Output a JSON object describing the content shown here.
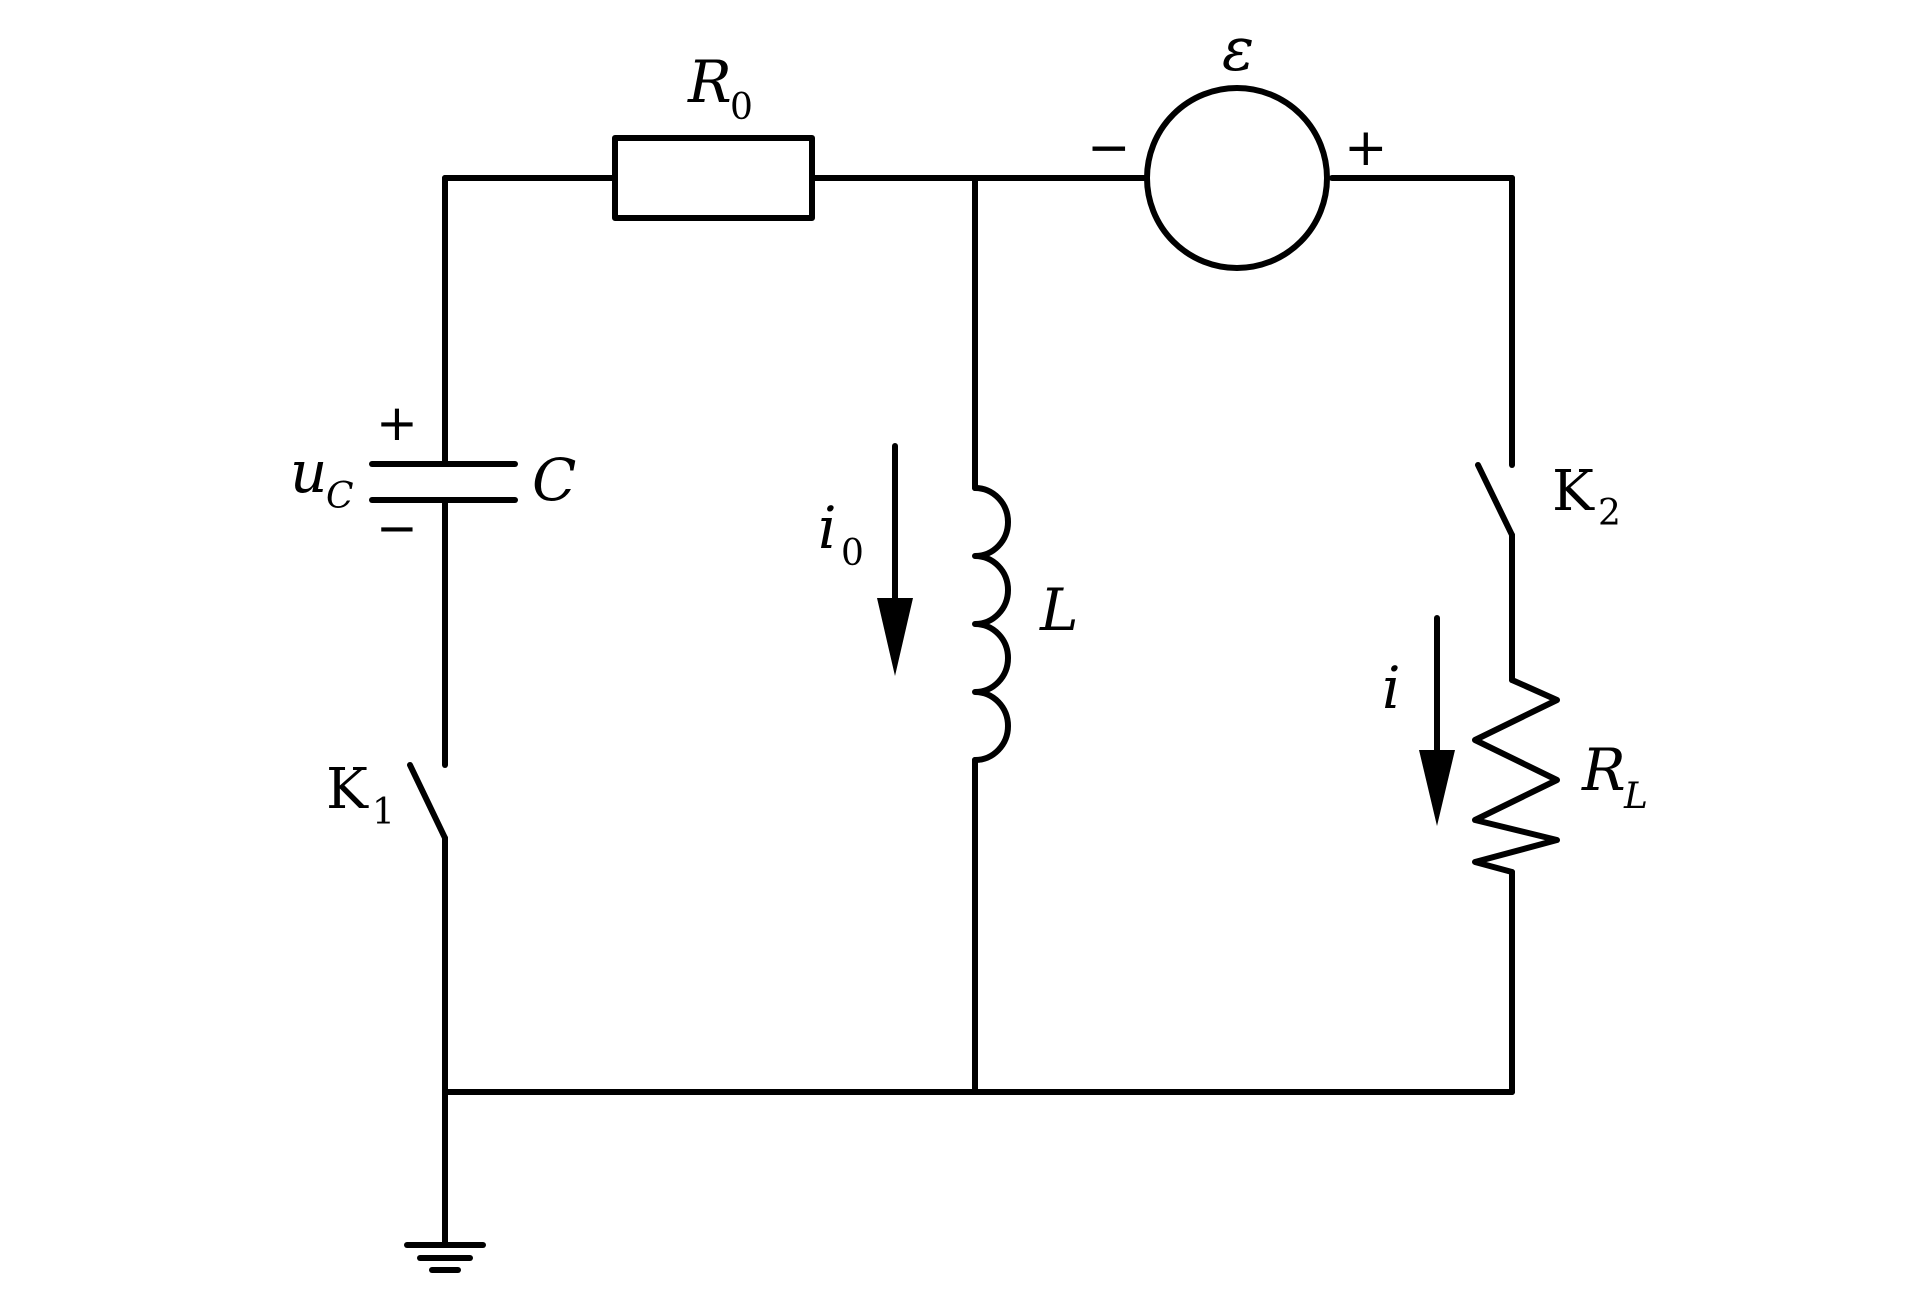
{
  "diagram": {
    "type": "circuit-schematic",
    "labels": {
      "R0": {
        "main": "R",
        "sub": "0"
      },
      "emf": {
        "main": "ε"
      },
      "emf_minus": "−",
      "emf_plus": "+",
      "uC": {
        "main": "u",
        "sub": "C"
      },
      "C": {
        "main": "C"
      },
      "cap_plus": "+",
      "cap_minus": "−",
      "K1": {
        "main": "K",
        "sub": "1"
      },
      "K2": {
        "main": "K",
        "sub": "2"
      },
      "L": {
        "main": "L"
      },
      "i0": {
        "main": "i",
        "sub": "0"
      },
      "i": {
        "main": "i"
      },
      "RL": {
        "main": "R",
        "sub": "L"
      }
    },
    "components": [
      {
        "id": "R0",
        "kind": "resistor-box"
      },
      {
        "id": "emf",
        "kind": "voltage-source"
      },
      {
        "id": "C",
        "kind": "capacitor"
      },
      {
        "id": "K1",
        "kind": "switch-open"
      },
      {
        "id": "K2",
        "kind": "switch-open"
      },
      {
        "id": "L",
        "kind": "inductor"
      },
      {
        "id": "RL",
        "kind": "resistor-zigzag"
      },
      {
        "id": "ground",
        "kind": "ground"
      }
    ],
    "currents": [
      {
        "label": "i0",
        "direction": "down"
      },
      {
        "label": "i",
        "direction": "down"
      }
    ]
  }
}
